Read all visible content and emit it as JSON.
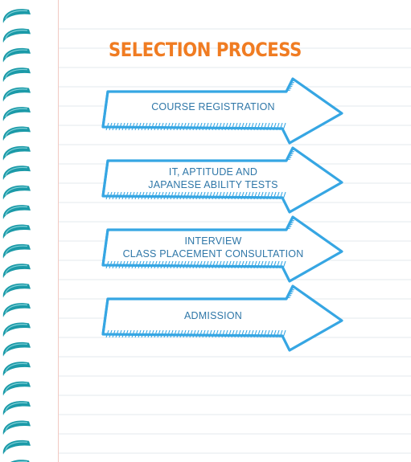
{
  "title": "SELECTION PROCESS",
  "steps": [
    {
      "lines": [
        "COURSE REGISTRATION"
      ]
    },
    {
      "lines": [
        "IT, APTITUDE AND",
        "JAPANESE ABILITY TESTS"
      ]
    },
    {
      "lines": [
        "INTERVIEW",
        "CLASS PLACEMENT CONSULTATION"
      ]
    },
    {
      "lines": [
        "ADMISSION"
      ]
    }
  ],
  "colors": {
    "title": "#f07c22",
    "arrow_outline": "#36a6e3",
    "text": "#2f77a8",
    "ruling": "#e3e8ee",
    "rings": "#1b9aa8"
  }
}
